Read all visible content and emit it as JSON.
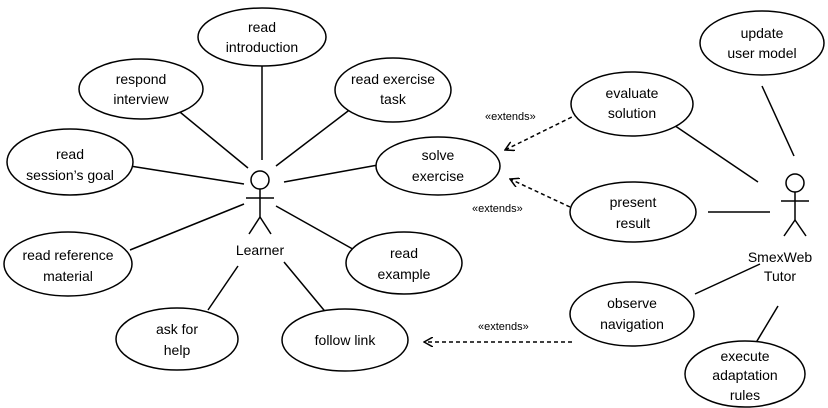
{
  "actors": {
    "learner": {
      "label": "Learner"
    },
    "tutor": {
      "label_line1": "SmexWeb",
      "label_line2": "Tutor"
    }
  },
  "use_cases": {
    "read_introduction": {
      "line1": "read",
      "line2": "introduction"
    },
    "respond_interview": {
      "line1": "respond",
      "line2": "interview"
    },
    "read_exercise_task": {
      "line1": "read exercise",
      "line2": "task"
    },
    "read_sessions_goal": {
      "line1": "read",
      "line2": "session’s goal"
    },
    "solve_exercise": {
      "line1": "solve",
      "line2": "exercise"
    },
    "read_reference_material": {
      "line1": "read reference",
      "line2": "material"
    },
    "read_example": {
      "line1": "read",
      "line2": "example"
    },
    "ask_for_help": {
      "line1": "ask for",
      "line2": "help"
    },
    "follow_link": {
      "line1": "follow link"
    },
    "update_user_model": {
      "line1": "update",
      "line2": "user model"
    },
    "evaluate_solution": {
      "line1": "evaluate",
      "line2": "solution"
    },
    "present_result": {
      "line1": "present",
      "line2": "result"
    },
    "observe_navigation": {
      "line1": "observe",
      "line2": "navigation"
    },
    "execute_adaptation_rules": {
      "line1": "execute",
      "line2": "adaptation",
      "line3": "rules"
    }
  },
  "relations": {
    "extends_evaluate": "«extends»",
    "extends_present": "«extends»",
    "extends_observe": "«extends»"
  }
}
